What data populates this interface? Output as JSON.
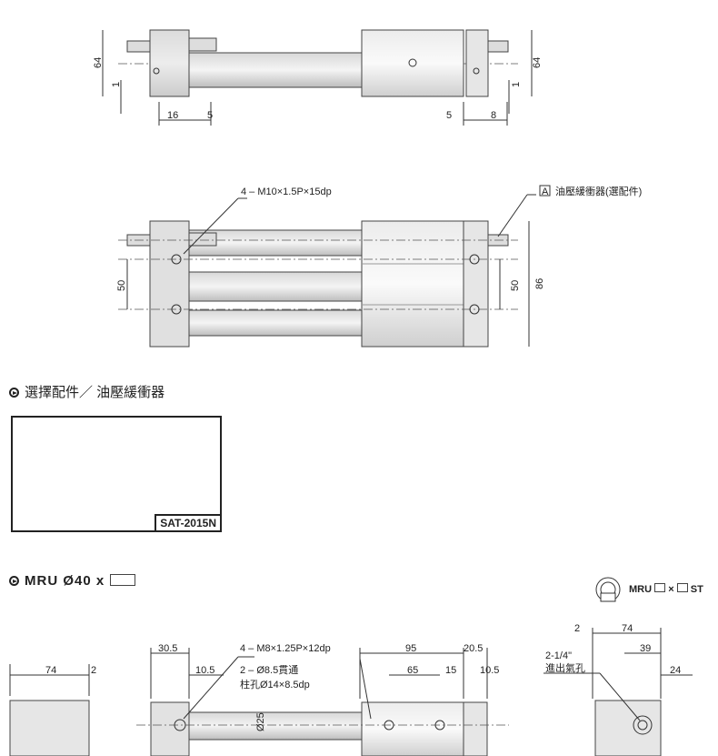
{
  "view1": {
    "dims": {
      "height_left": "64",
      "height_right": "64",
      "offset_left": "1",
      "offset_right": "1",
      "w16": "16",
      "w5_left": "5",
      "w5_right": "5",
      "w8": "8"
    }
  },
  "view2": {
    "callout_tap": "4 – M10×1.5P×15dp",
    "callout_option": "油壓緩衝器(選配件)",
    "option_ref": "A",
    "dim_50_left": "50",
    "dim_50_right": "50",
    "dim_86": "86"
  },
  "accessory": {
    "heading": "選擇配件／ 油壓緩衝器",
    "model": "SAT-2015N"
  },
  "mru": {
    "heading": "MRU Ø40 x",
    "badge": "MRU",
    "code_sep": "×",
    "code_suffix": "ST",
    "dims": {
      "d74_left": "74",
      "d2_left": "2",
      "d30_5": "30.5",
      "d10_5_left": "10.5",
      "tap": "4 – M8×1.25P×12dp",
      "hole": "2 – Ø8.5貫通",
      "cbore": "柱孔Ø14×8.5dp",
      "d95": "95",
      "d20_5": "20.5",
      "d65": "65",
      "d15": "15",
      "d10_5_right": "10.5",
      "d25": "Ø25",
      "d2_right": "2",
      "d74_right": "74",
      "d39": "39",
      "d24": "24",
      "port": "2-1/4\"",
      "port_label": "進出氣孔"
    }
  }
}
